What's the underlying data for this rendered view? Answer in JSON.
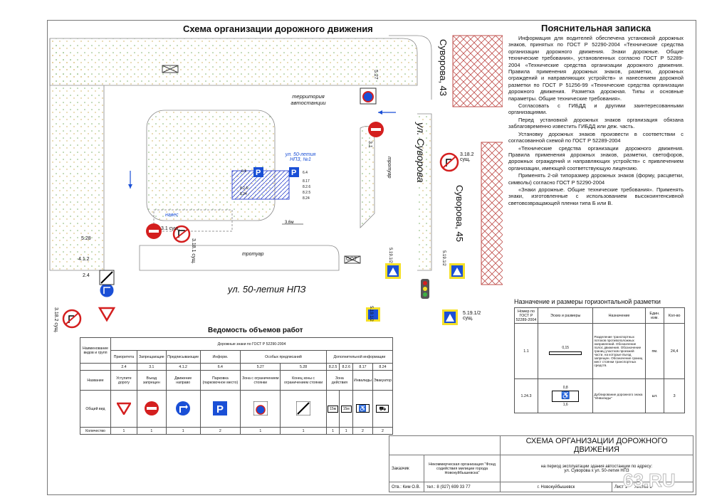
{
  "scheme": {
    "title": "Схема организации дорожного движения",
    "street_50let": "ул. 50-летия НПЗ",
    "street_suvorova": "ул. Суворова",
    "house_43": "Суворова, 43",
    "house_45": "Суворова, 45",
    "territory": "территория автостанции",
    "sidewalk_1": "тротуар",
    "sidewalk_2": "тротуар",
    "canopy": "навес",
    "oot": "ООТ",
    "parking_ref": "ул. 50-летия НПЗ, №1",
    "dim_36": "3,6м",
    "signs": {
      "s527": "5.27",
      "s528": "5.28",
      "s31_top": "3.1",
      "s31_low": "3.1 сущ.",
      "s3181": "3.18.1 сущ.",
      "s412": "4.1.2",
      "s24": "2.4",
      "s3182_a": "3.18.2 сущ.",
      "s3182_b": "3.18.2 сущ.",
      "s5191_a": "5.19.1/2",
      "s5191_b": "5.19.1/2",
      "s5191_c": "5.19.1/2 сущ.",
      "s5191_d": "5.19.1/2",
      "s64_a": "6.4",
      "s64_b": "6.4",
      "s817": "8.17",
      "s826_a": "8.2.6",
      "s826_b": "8.2.6",
      "s825": "8.2.5",
      "s824_a": "8.24",
      "s824_b": "8.24"
    }
  },
  "notes": {
    "title": "Пояснительная записка",
    "paragraphs": [
      "Информация для водителей обеспечена установкой дорожных знаков, принятых по ГОСТ Р 52290-2004 «Технические средства организации дорожного движения. Знаки дорожные. Общие технические требования», установленных согласно ГОСТ Р 52289-2004 «Технические средства организации дорожного движения. Правила применения дорожных знаков, разметки, дорожных ограждений и направляющих устройств» и нанесением дорожной разметки по ГОСТ Р 51256-99 «Технические средства организации дорожного движения. Разметка дорожная. Типы и основные параметры. Общие технические требования».",
      "Согласовать с ГИБДД и другими заинтересованными организациями.",
      "Перед установкой дорожных знаков организация обязана заблаговременно известить ГИБДД или деж. часть.",
      "Установку дорожных знаков произвести в соответствии с согласованной схемой по ГОСТ Р 52289-2004",
      "«Технические средства организации дорожного движения. Правила применения дорожных знаков, разметки, светофоров, дорожных ограждений и направляющих устройств» с привлечением организации, имеющей соответствующую лицензию.",
      "Применять 2-ой типоразмер дорожных знаков (форму, расцветки, символы) согласно ГОСТ Р 52290-2004",
      "«Знаки дорожные. Общие технические требования». Применять знаки, изготовленные с использованием высокоинтенсивной световозвращающей пленки типа Б или В."
    ]
  },
  "marking": {
    "title": "Назначение и размеры горизонтальной разметки",
    "headers": [
      "Номер по ГОСТ Р 52289-2004",
      "Эскиз и размеры",
      "Назначение",
      "Един. изм.",
      "Кол-во"
    ],
    "rows": [
      {
        "num": "1.1",
        "purpose": "Разделение транспортных потоков противоположных направлений. Обозначение полос движения. Обозначение границ участков проезжей части, на которые въезд запрещен. Обозначение границ мест стоянки транспортных средств.",
        "unit": "пм.",
        "qty": "24,4",
        "dim_w": "0,15"
      },
      {
        "num": "1.24.3",
        "purpose": "Дублирование дорожного знака \"Инвалиды\"",
        "unit": "шт.",
        "qty": "3",
        "dim_w": "0,8",
        "dim_l": "1,6"
      }
    ]
  },
  "volumes": {
    "title": "Ведомость объемов работ",
    "corner": "Наименование видов и групп",
    "group_header": "Дорожные знаки по ГОСТ Р 52290-2004",
    "groups": [
      "Приоритета",
      "Запрещающие",
      "Предписывающие",
      "Информ.",
      "Особых предписаний",
      "Дополнительной информации"
    ],
    "codes": [
      "2.4",
      "3.1",
      "4.1.2",
      "6.4",
      "5.27",
      "5.28",
      "8.2.5",
      "8.2.6",
      "8.17",
      "8.24"
    ],
    "row_name_label": "Название",
    "names": [
      "Уступите дорогу",
      "Въезд запрещен",
      "Движение направо",
      "Парковка (парковочное место)",
      "Зона с ограничением стоянки",
      "Конец зоны с ограничением стоянки",
      "Зона действия",
      "Инвалиды",
      "Эвакуатор"
    ],
    "row_view_label": "Общий вид",
    "row_qty_label": "Количество",
    "qty": [
      "1",
      "1",
      "1",
      "2",
      "1",
      "1",
      "1",
      "1",
      "2",
      "2"
    ],
    "plate_15a": "15м",
    "plate_15b": "15м"
  },
  "stamp": {
    "title": "СХЕМА ОРГАНИЗАЦИИ ДОРОЖНОГО ДВИЖЕНИЯ",
    "customer_label": "Заказчик",
    "customer": "Некоммерческая организация \"Фонд содействия милиции города Новокуйбышевска\"",
    "period": "на период эксплуатации здания автостанции по адресу:",
    "address": "ул. Суворова х ул. 50-летия НПЗ",
    "city": "г. Новокуйбышевск",
    "resp": "Отв.: Ким О.В.",
    "phone": "тел.: 8 (927) 699 33 77",
    "sheet": "Лист 1",
    "sheets": "Листов 1"
  },
  "watermark": "63.RU",
  "colors": {
    "blue": "#1a4fd6",
    "red": "#d41f1f",
    "yellow": "#f5e027",
    "brick": "#c0504d",
    "green_dots": "#7fb26a",
    "hatch": "#3a4ed0"
  }
}
